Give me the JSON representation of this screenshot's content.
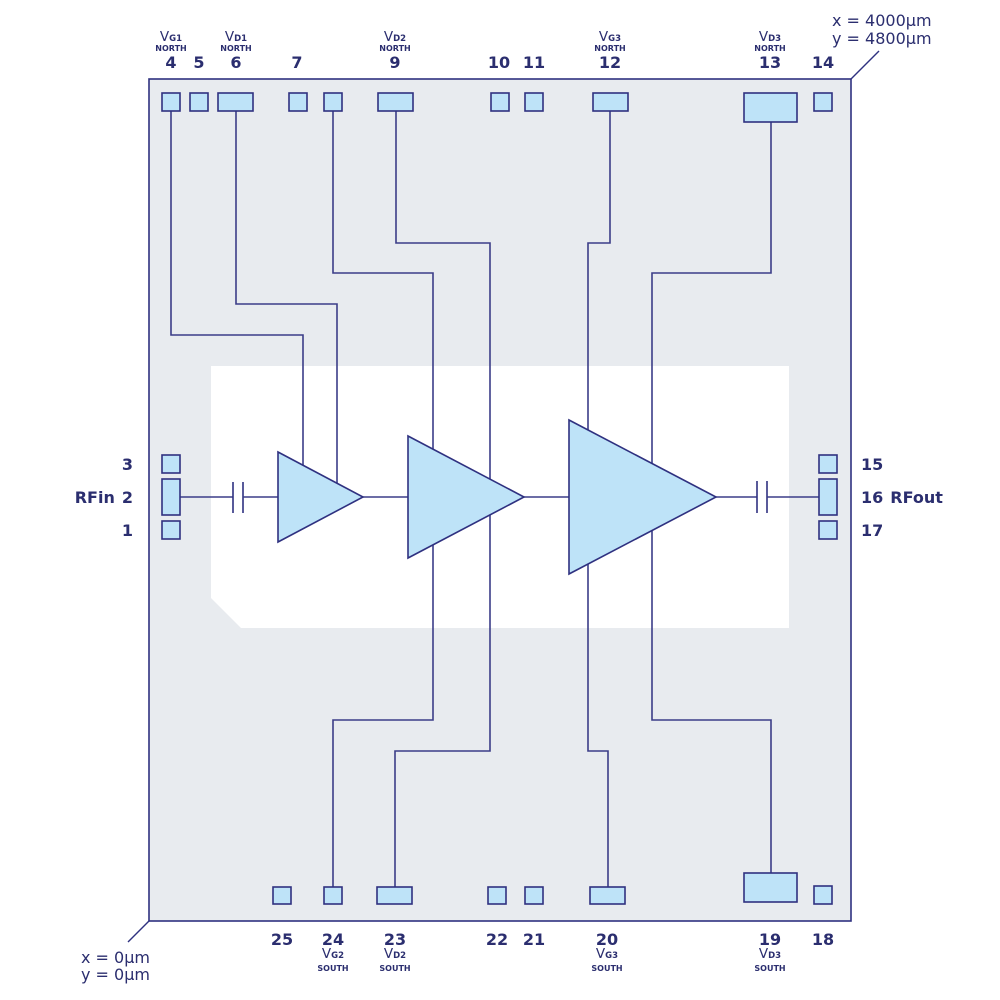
{
  "diagram": {
    "title": "Three-stage amplifier die pad layout",
    "corners": {
      "top_right": {
        "x": "x = 4000μm",
        "y": "y = 4800μm"
      },
      "bottom_left": {
        "x": "x = 0μm",
        "y": "y = 0μm"
      }
    },
    "north": [
      {
        "num": "4",
        "sig": "V",
        "sub": "G1",
        "side": "NORTH"
      },
      {
        "num": "5"
      },
      {
        "num": "6",
        "sig": "V",
        "sub": "D1",
        "side": "NORTH"
      },
      {
        "num": "7"
      },
      {
        "num": "9",
        "sig": "V",
        "sub": "D2",
        "side": "NORTH"
      },
      {
        "num": "10"
      },
      {
        "num": "11"
      },
      {
        "num": "12",
        "sig": "V",
        "sub": "G3",
        "side": "NORTH"
      },
      {
        "num": "13",
        "sig": "V",
        "sub": "D3",
        "side": "NORTH"
      },
      {
        "num": "14"
      }
    ],
    "south": [
      {
        "num": "25"
      },
      {
        "num": "24",
        "sig": "V",
        "sub": "G2",
        "side": "SOUTH"
      },
      {
        "num": "23",
        "sig": "V",
        "sub": "D2",
        "side": "SOUTH"
      },
      {
        "num": "22"
      },
      {
        "num": "21"
      },
      {
        "num": "20",
        "sig": "V",
        "sub": "G3",
        "side": "SOUTH"
      },
      {
        "num": "19",
        "sig": "V",
        "sub": "D3",
        "side": "SOUTH"
      },
      {
        "num": "18"
      }
    ],
    "west": [
      {
        "num": "3"
      },
      {
        "num": "2",
        "name": "RFin"
      },
      {
        "num": "1"
      }
    ],
    "east": [
      {
        "num": "15"
      },
      {
        "num": "16",
        "name": "RFout"
      },
      {
        "num": "17"
      }
    ],
    "colors": {
      "die_background": "#e8ebef",
      "pad_fill": "#bee3f8",
      "line": "#2f3180",
      "text": "#2b2e6f"
    }
  }
}
